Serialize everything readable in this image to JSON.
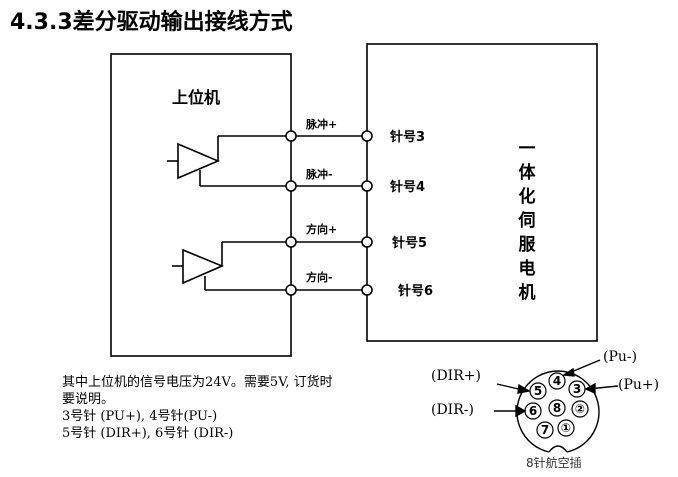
{
  "title": "4.3.3差分驱动输出接线方式",
  "left_box_label": "上位机",
  "right_box_label": [
    "一",
    "体",
    "化",
    "伺",
    "服",
    "电",
    "机"
  ],
  "signals": [
    {
      "label": "脉冲+",
      "pin": "针号3"
    },
    {
      "label": "脉冲-",
      "pin": "针号4"
    },
    {
      "label": "方向+",
      "pin": "针号5"
    },
    {
      "label": "方向-",
      "pin": "针号6"
    }
  ],
  "note": {
    "line1": "其中上位机的信号电压为24V。需要5V, 订货时",
    "line2": "要说明。",
    "line3": "3号针 (PU+),   4号针(PU-)",
    "line4": "5号针 (DIR+), 6号针 (DIR-)"
  },
  "connector": {
    "caption": "8针航空插",
    "label_pu_minus": "(Pu-)",
    "label_pu_plus": "(Pu+)",
    "label_dir_plus": "(DIR+)",
    "label_dir_minus": "(DIR-)",
    "pins": [
      "①",
      "②",
      "3",
      "4",
      "5",
      "6",
      "7",
      "8"
    ]
  }
}
